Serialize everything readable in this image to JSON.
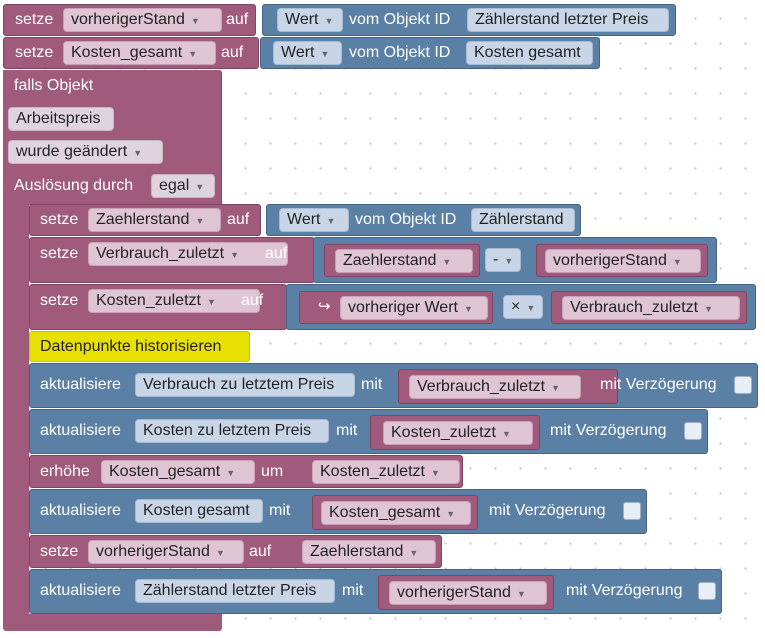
{
  "b1": {
    "kw": "setze",
    "var": "vorherigerStand",
    "auf": "auf",
    "field": "Wert",
    "vom": "vom Objekt ID",
    "id": "Zählerstand letzter Preis"
  },
  "b2": {
    "kw": "setze",
    "var": "Kosten_gesamt",
    "auf": "auf",
    "field": "Wert",
    "vom": "vom Objekt ID",
    "id": "Kosten gesamt"
  },
  "trigger": {
    "falls": "falls Objekt",
    "object": "Arbeitspreis",
    "change": "wurde geändert",
    "ausl": "Auslösung durch",
    "ausl_value": "egal"
  },
  "i1": {
    "kw": "setze",
    "var": "Zaehlerstand",
    "auf": "auf",
    "field": "Wert",
    "vom": "vom Objekt ID",
    "id": "Zählerstand"
  },
  "i2": {
    "kw": "setze",
    "var": "Verbrauch_zuletzt",
    "auf": "auf",
    "a": "Zaehlerstand",
    "op": "-",
    "b": "vorherigerStand"
  },
  "i3": {
    "kw": "setze",
    "var": "Kosten_zuletzt",
    "auf": "auf",
    "a": "vorheriger Wert",
    "op": "×",
    "b": "Verbrauch_zuletzt"
  },
  "i4": {
    "label": "Datenpunkte historisieren"
  },
  "i5": {
    "kw": "aktualisiere",
    "id": "Verbrauch zu letztem Preis",
    "mit": "mit",
    "value": "Verbrauch_zuletzt",
    "delay": "mit Verzögerung"
  },
  "i6": {
    "kw": "aktualisiere",
    "id": "Kosten zu letztem Preis",
    "mit": "mit",
    "value": "Kosten_zuletzt",
    "delay": "mit Verzögerung"
  },
  "i7": {
    "kw": "erhöhe",
    "var": "Kosten_gesamt",
    "um": "um",
    "value": "Kosten_zuletzt"
  },
  "i8": {
    "kw": "aktualisiere",
    "id": "Kosten gesamt",
    "mit": "mit",
    "value": "Kosten_gesamt",
    "delay": "mit Verzögerung"
  },
  "i9": {
    "kw": "setze",
    "var": "vorherigerStand",
    "auf": "auf",
    "value": "Zaehlerstand"
  },
  "i10": {
    "kw": "aktualisiere",
    "id": "Zählerstand letzter Preis",
    "mit": "mit",
    "value": "vorherigerStand",
    "delay": "mit Verzögerung"
  },
  "icons": {
    "dropdown": "triangle-down",
    "return": "return-arrow",
    "checkbox": "unchecked-box"
  },
  "colors": {
    "variable_block": "#a05a7c",
    "object_block": "#5b80a5",
    "comment_block": "#e8e000"
  }
}
